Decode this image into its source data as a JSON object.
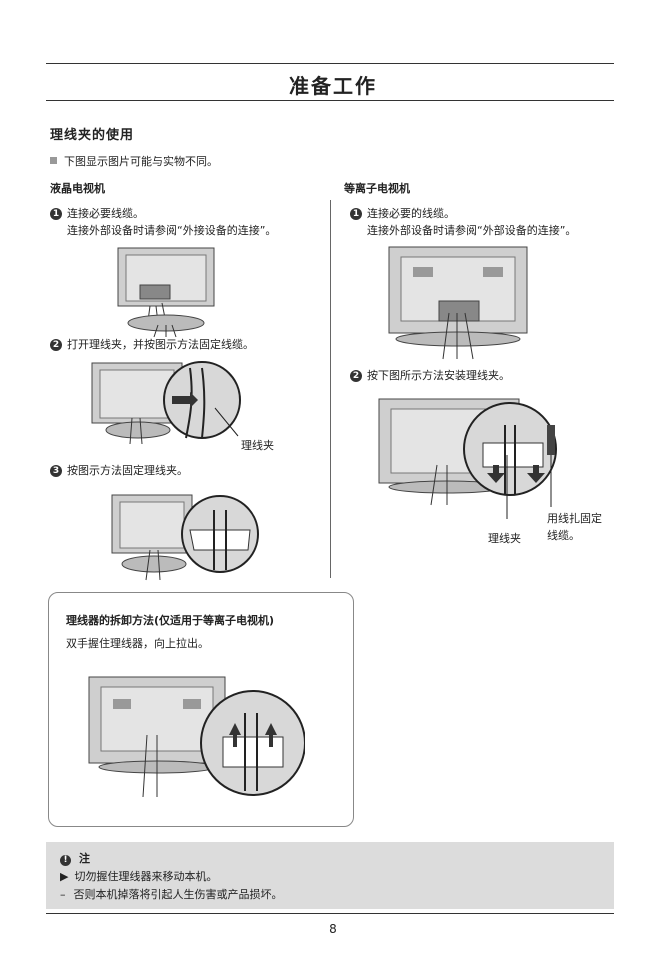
{
  "header": {
    "title": "准备工作"
  },
  "section": {
    "title": "理线夹的使用"
  },
  "intro_note": "下图显示图片可能与实物不同。",
  "lcd": {
    "heading": "液晶电视机",
    "step1_num": "1",
    "step1_line1": "连接必要线缆。",
    "step1_line2": "连接外部设备时请参阅“外接设备的连接”。",
    "step2_num": "2",
    "step2_text": "打开理线夹，并按图示方法固定线缆。",
    "clamp_label": "理线夹",
    "step3_num": "3",
    "step3_text": "按图示方法固定理线夹。"
  },
  "plasma": {
    "heading": "等离子电视机",
    "step1_num": "1",
    "step1_line1": "连接必要的线缆。",
    "step1_line2": "连接外部设备时请参阅“外部设备的连接”。",
    "step2_num": "2",
    "step2_text": "按下图所示方法安装理线夹。",
    "label_clamp": "理线夹",
    "label_tie_line1": "用线扎固定",
    "label_tie_line2": "线缆。"
  },
  "removal": {
    "title": "理线器的拆卸方法(仅适用于等离子电视机)",
    "text": "双手握住理线器，向上拉出。"
  },
  "caution": {
    "label": "注",
    "item1": "切勿握住理线器来移动本机。",
    "item2": "否则本机掉落将引起人生伤害或产品损坏。"
  },
  "page_number": "8"
}
